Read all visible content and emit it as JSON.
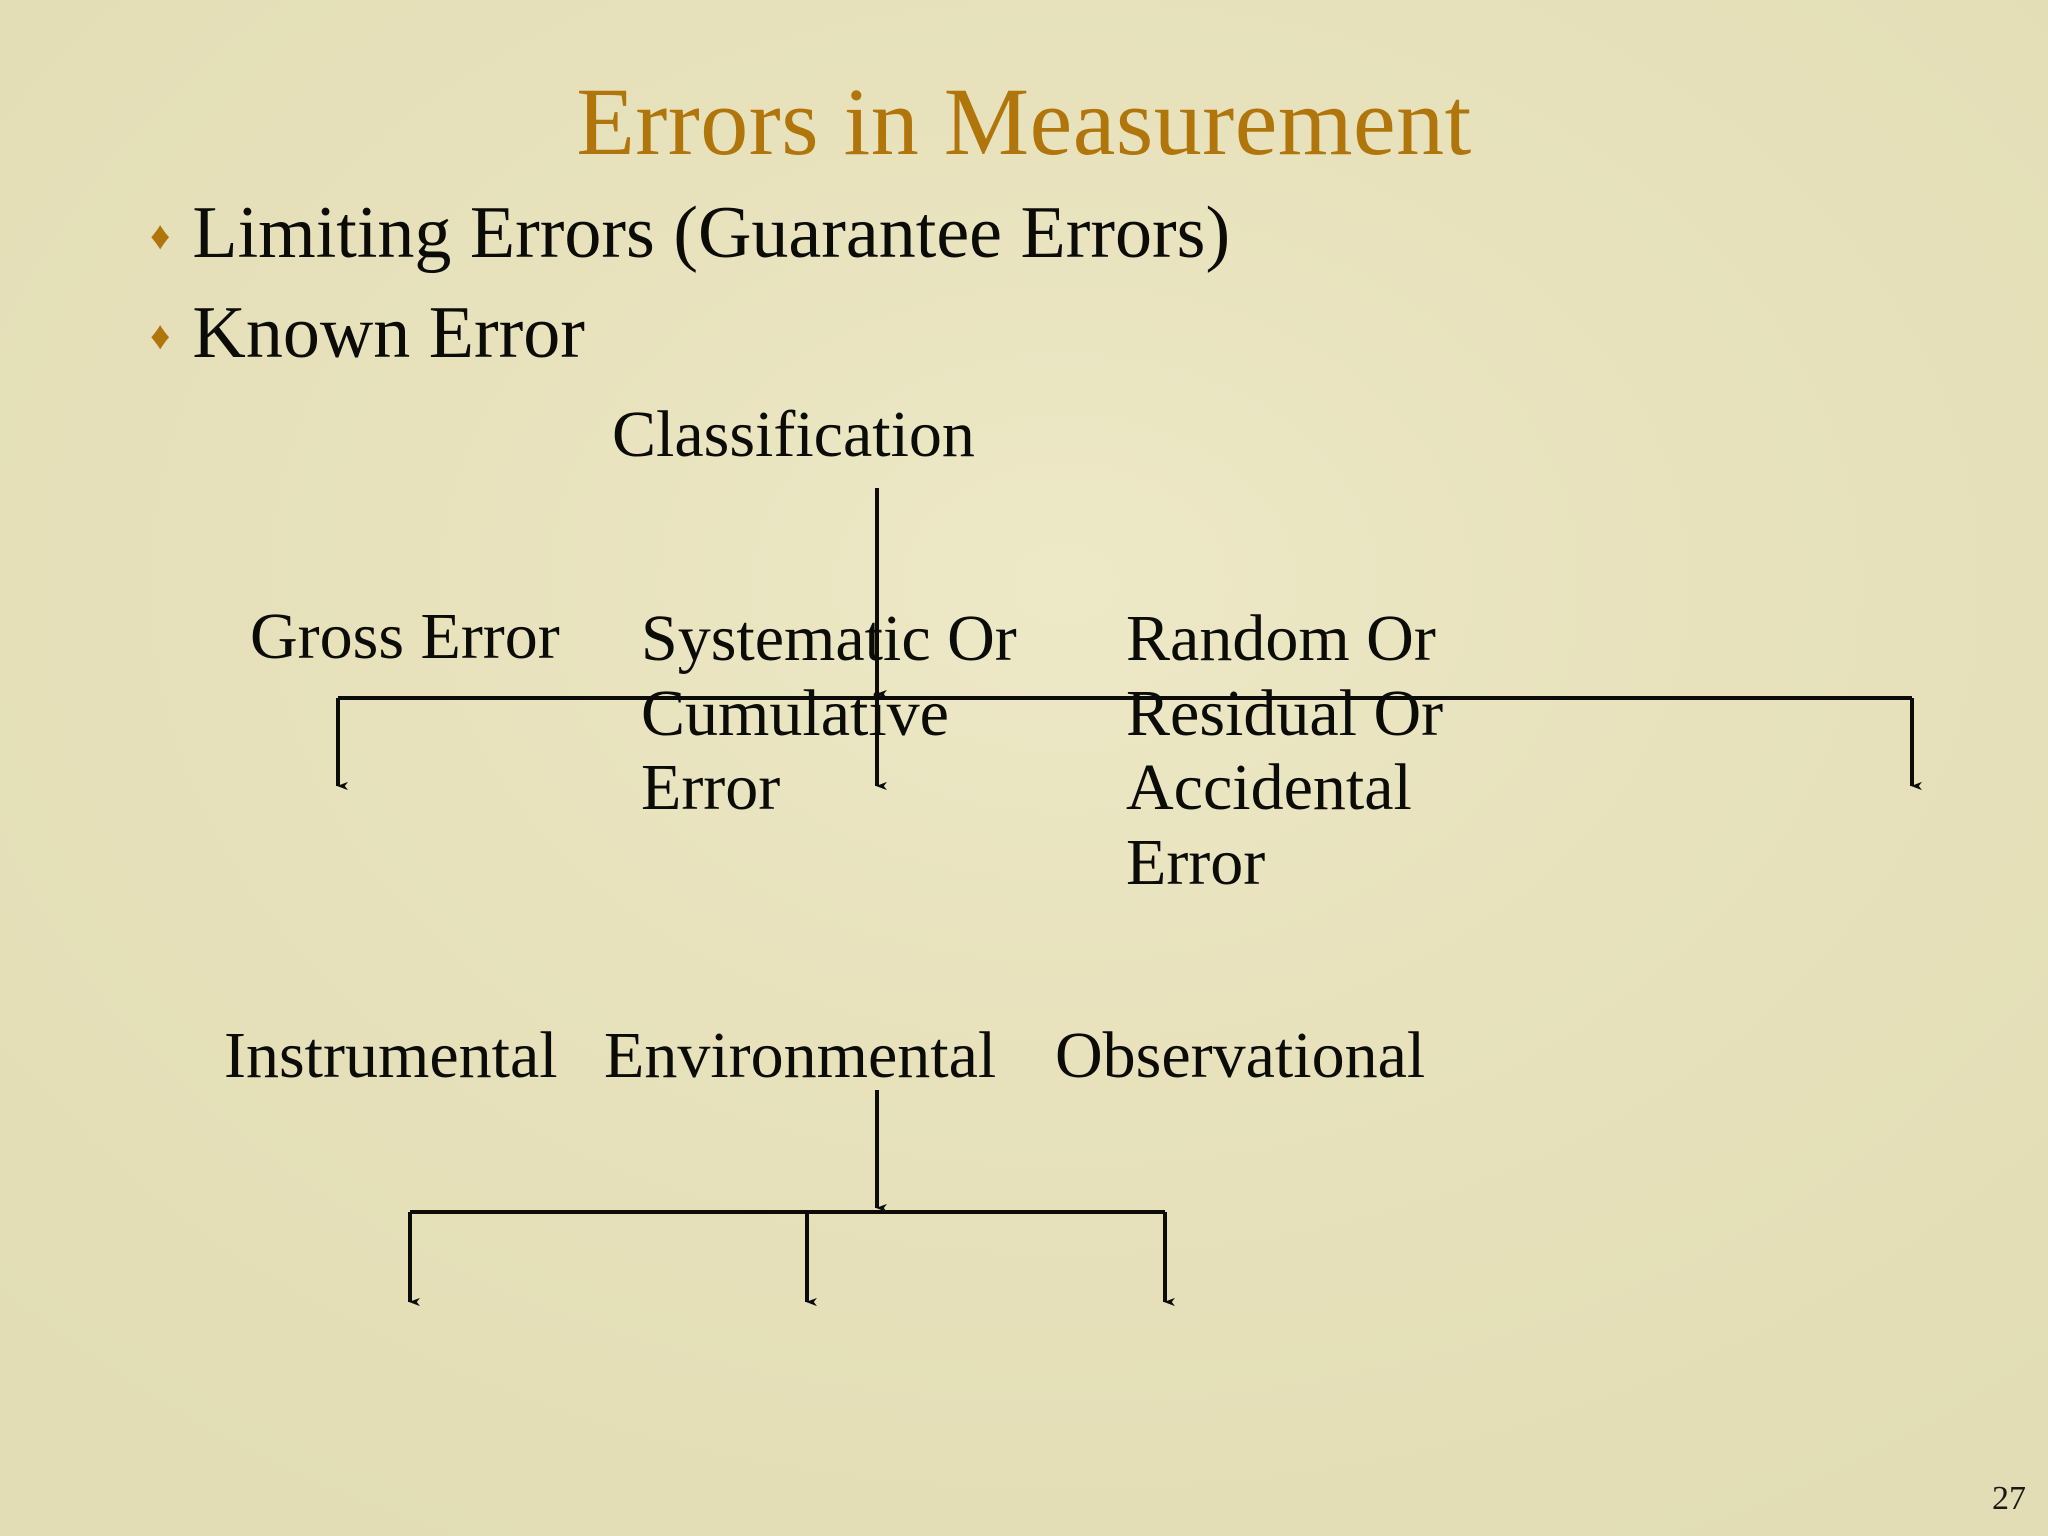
{
  "slide": {
    "title": "Errors in Measurement",
    "page_number": "27",
    "background_color": "#E4E0B8",
    "title_color": "#B1760B",
    "text_color": "#0B0B08",
    "bullet_glyph": "♦"
  },
  "bullets": [
    {
      "marker": "♦",
      "label": "Limiting Errors (Guarantee Errors)"
    },
    {
      "marker": "♦",
      "label": "Known Error"
    }
  ],
  "diagram": {
    "root": {
      "label": "Classification"
    },
    "level1": [
      {
        "label": "Gross Error"
      },
      {
        "label": "Systematic Or Cumulative Error"
      },
      {
        "label": "Random Or Residual Or Accidental Error"
      }
    ],
    "level2_parent": "Systematic Or Cumulative Error",
    "level2": [
      {
        "label": "Instrumental"
      },
      {
        "label": "Environmental"
      },
      {
        "label": "Observational"
      }
    ]
  }
}
